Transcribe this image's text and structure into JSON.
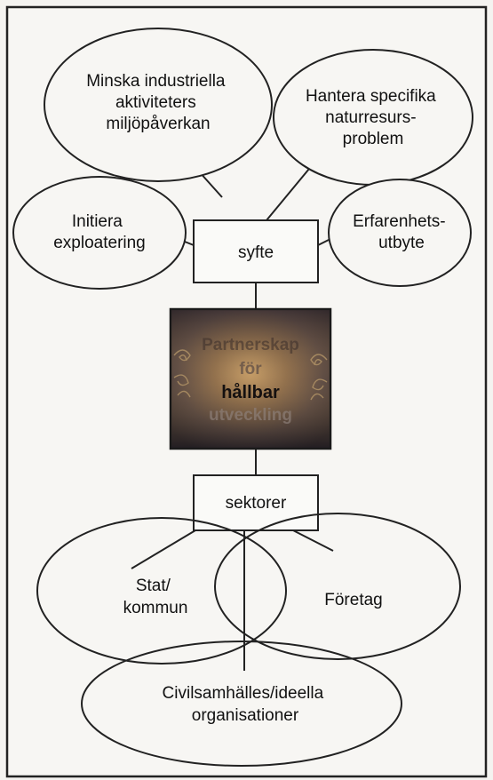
{
  "diagram": {
    "center": {
      "lines": [
        "Partnerskap",
        "för",
        "hållbar",
        "utveckling"
      ]
    },
    "purpose_box": {
      "label": "syfte"
    },
    "sectors_box": {
      "label": "sektorer"
    },
    "purposes": [
      {
        "id": "minska",
        "lines": [
          "Minska industriella",
          "aktiviteters",
          "miljöpåverkan"
        ]
      },
      {
        "id": "hantera",
        "lines": [
          "Hantera specifika",
          "naturresurs-",
          "problem"
        ]
      },
      {
        "id": "initiera",
        "lines": [
          "Initiera",
          "exploatering"
        ]
      },
      {
        "id": "erfarenhet",
        "lines": [
          "Erfarenhets-",
          "utbyte"
        ]
      }
    ],
    "sectors": [
      {
        "id": "stat",
        "lines": [
          "Stat/",
          "kommun"
        ]
      },
      {
        "id": "foretag",
        "lines": [
          "Företag"
        ]
      },
      {
        "id": "civil",
        "lines": [
          "Civilsamhälles/ideella",
          "organisationer"
        ]
      }
    ]
  }
}
